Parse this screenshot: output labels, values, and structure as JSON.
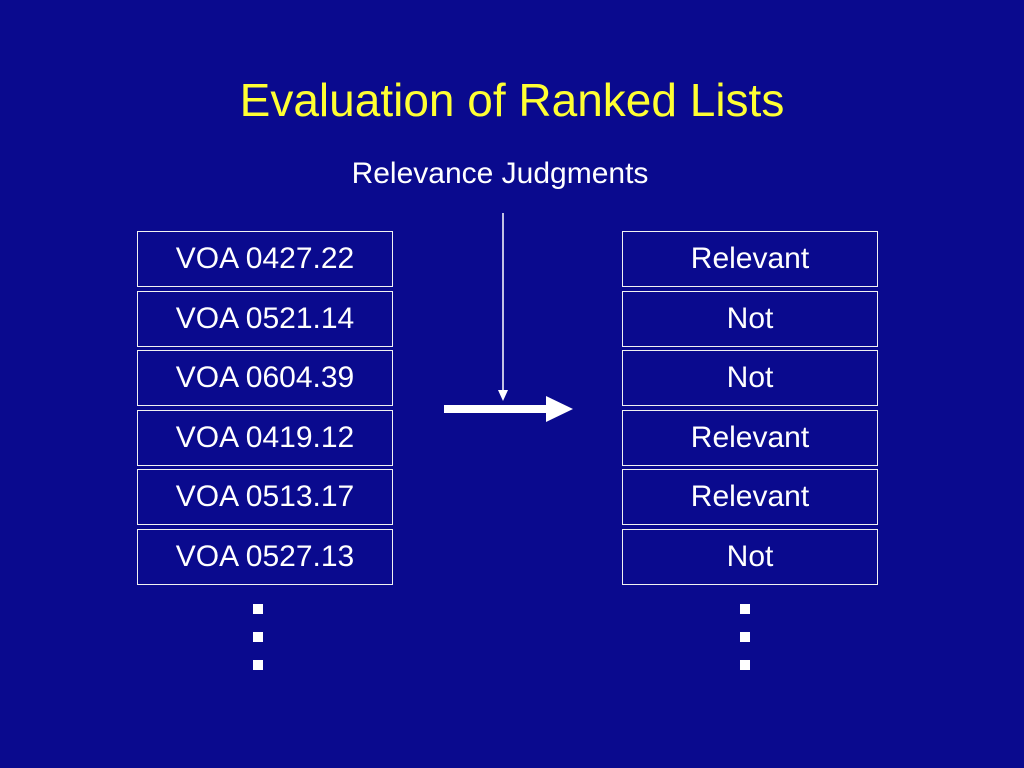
{
  "slide": {
    "title": "Evaluation of Ranked Lists",
    "subtitle": "Relevance Judgments"
  },
  "ranked_list": [
    "VOA 0427.22",
    "VOA 0521.14",
    "VOA 0604.39",
    "VOA 0419.12",
    "VOA 0513.17",
    "VOA 0527.13"
  ],
  "judgments": [
    "Relevant",
    "Not",
    "Not",
    "Relevant",
    "Relevant",
    "Not"
  ],
  "colors": {
    "background": "#0a0a8e",
    "title": "#ffff33",
    "text": "#ffffff"
  }
}
